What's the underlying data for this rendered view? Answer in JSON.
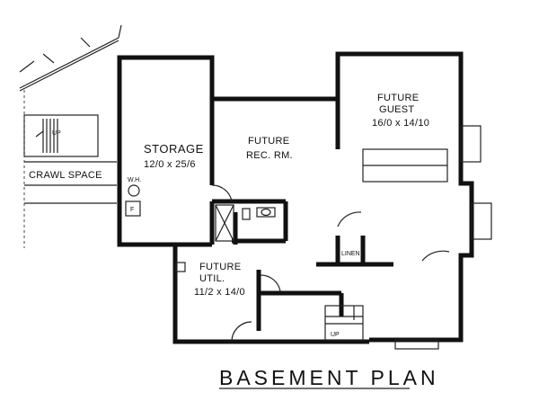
{
  "title": "BASEMENT PLAN",
  "rooms": {
    "storage": {
      "name": "STORAGE",
      "size": "12/0 x 25/6"
    },
    "rec": {
      "line1": "FUTURE",
      "line2": "REC. RM."
    },
    "guest": {
      "line1": "FUTURE",
      "line2": "GUEST",
      "size": "16/0 x 14/10"
    },
    "util": {
      "line1": "FUTURE",
      "line2": "UTIL.",
      "size": "11/2 x 14/0"
    },
    "crawl": "CRAWL SPACE",
    "linen": "LINEN"
  },
  "fixtures": {
    "water_heater": "W.H.",
    "furnace": "F"
  },
  "stairs": {
    "left_up": "UP",
    "right_up": "UP"
  }
}
